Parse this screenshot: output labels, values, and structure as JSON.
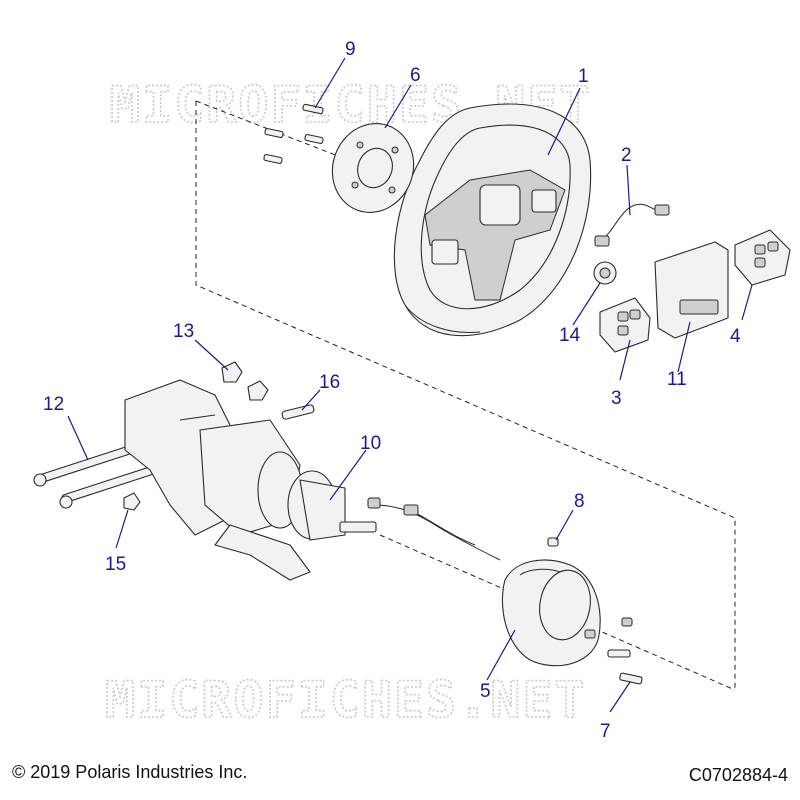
{
  "watermark": "MICROFICHES.NET",
  "footer": {
    "copyright": "© 2019 Polaris Industries Inc.",
    "figure_code": "C0702884-4"
  },
  "callouts": [
    "1",
    "2",
    "3",
    "4",
    "5",
    "6",
    "7",
    "8",
    "9",
    "10",
    "11",
    "12",
    "13",
    "14",
    "15",
    "16"
  ],
  "colors": {
    "callout": "#1a1a8c",
    "linework": "#2a2a2a",
    "watermark": "#c8c8c8"
  }
}
